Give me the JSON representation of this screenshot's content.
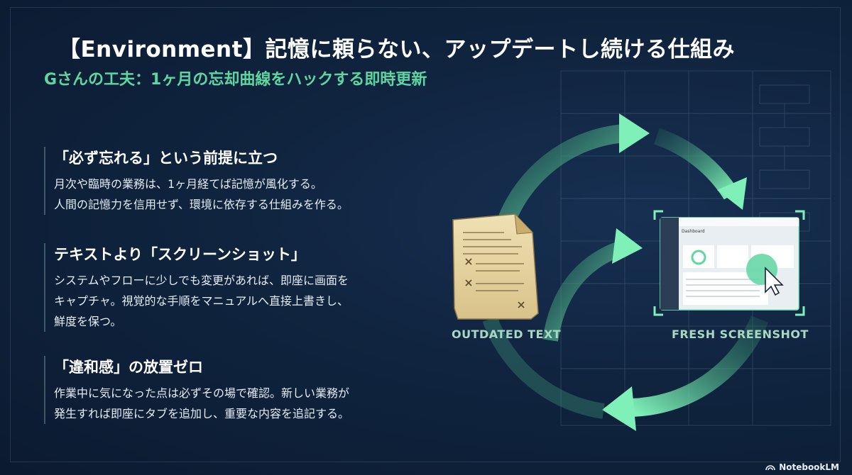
{
  "slide": {
    "title": "【Environment】記憶に頼らない、アップデートし続ける仕組み",
    "subtitle": "Gさんの工夫：1ヶ月の忘却曲線をハックする即時更新"
  },
  "sections": [
    {
      "heading": "「必ず忘れる」という前提に立つ",
      "lines": [
        "月次や臨時の業務は、1ヶ月経てば記憶が風化する。",
        "人間の記憶力を信用せず、環境に依存する仕組みを作る。"
      ]
    },
    {
      "heading": "テキストより「スクリーンショット」",
      "lines": [
        "システムやフローに少しでも変更があれば、即座に画面を",
        "キャプチャ。視覚的な手順をマニュアルへ直接上書きし、",
        "鮮度を保つ。"
      ]
    },
    {
      "heading": "「違和感」の放置ゼロ",
      "lines": [
        "作業中に気になった点は必ずその場で確認。新しい業務が",
        "発生すれば即座にタブを追加し、重要な内容を追記する。"
      ]
    }
  ],
  "graphic": {
    "left_label": "OUTDATED TEXT",
    "right_label": "FRESH SCREENSHOT",
    "screen_title": "Dashboard"
  },
  "branding": {
    "logo_text": "NotebookLM"
  },
  "colors": {
    "accent_green": "#5ed6a2",
    "background": "#10243f"
  }
}
